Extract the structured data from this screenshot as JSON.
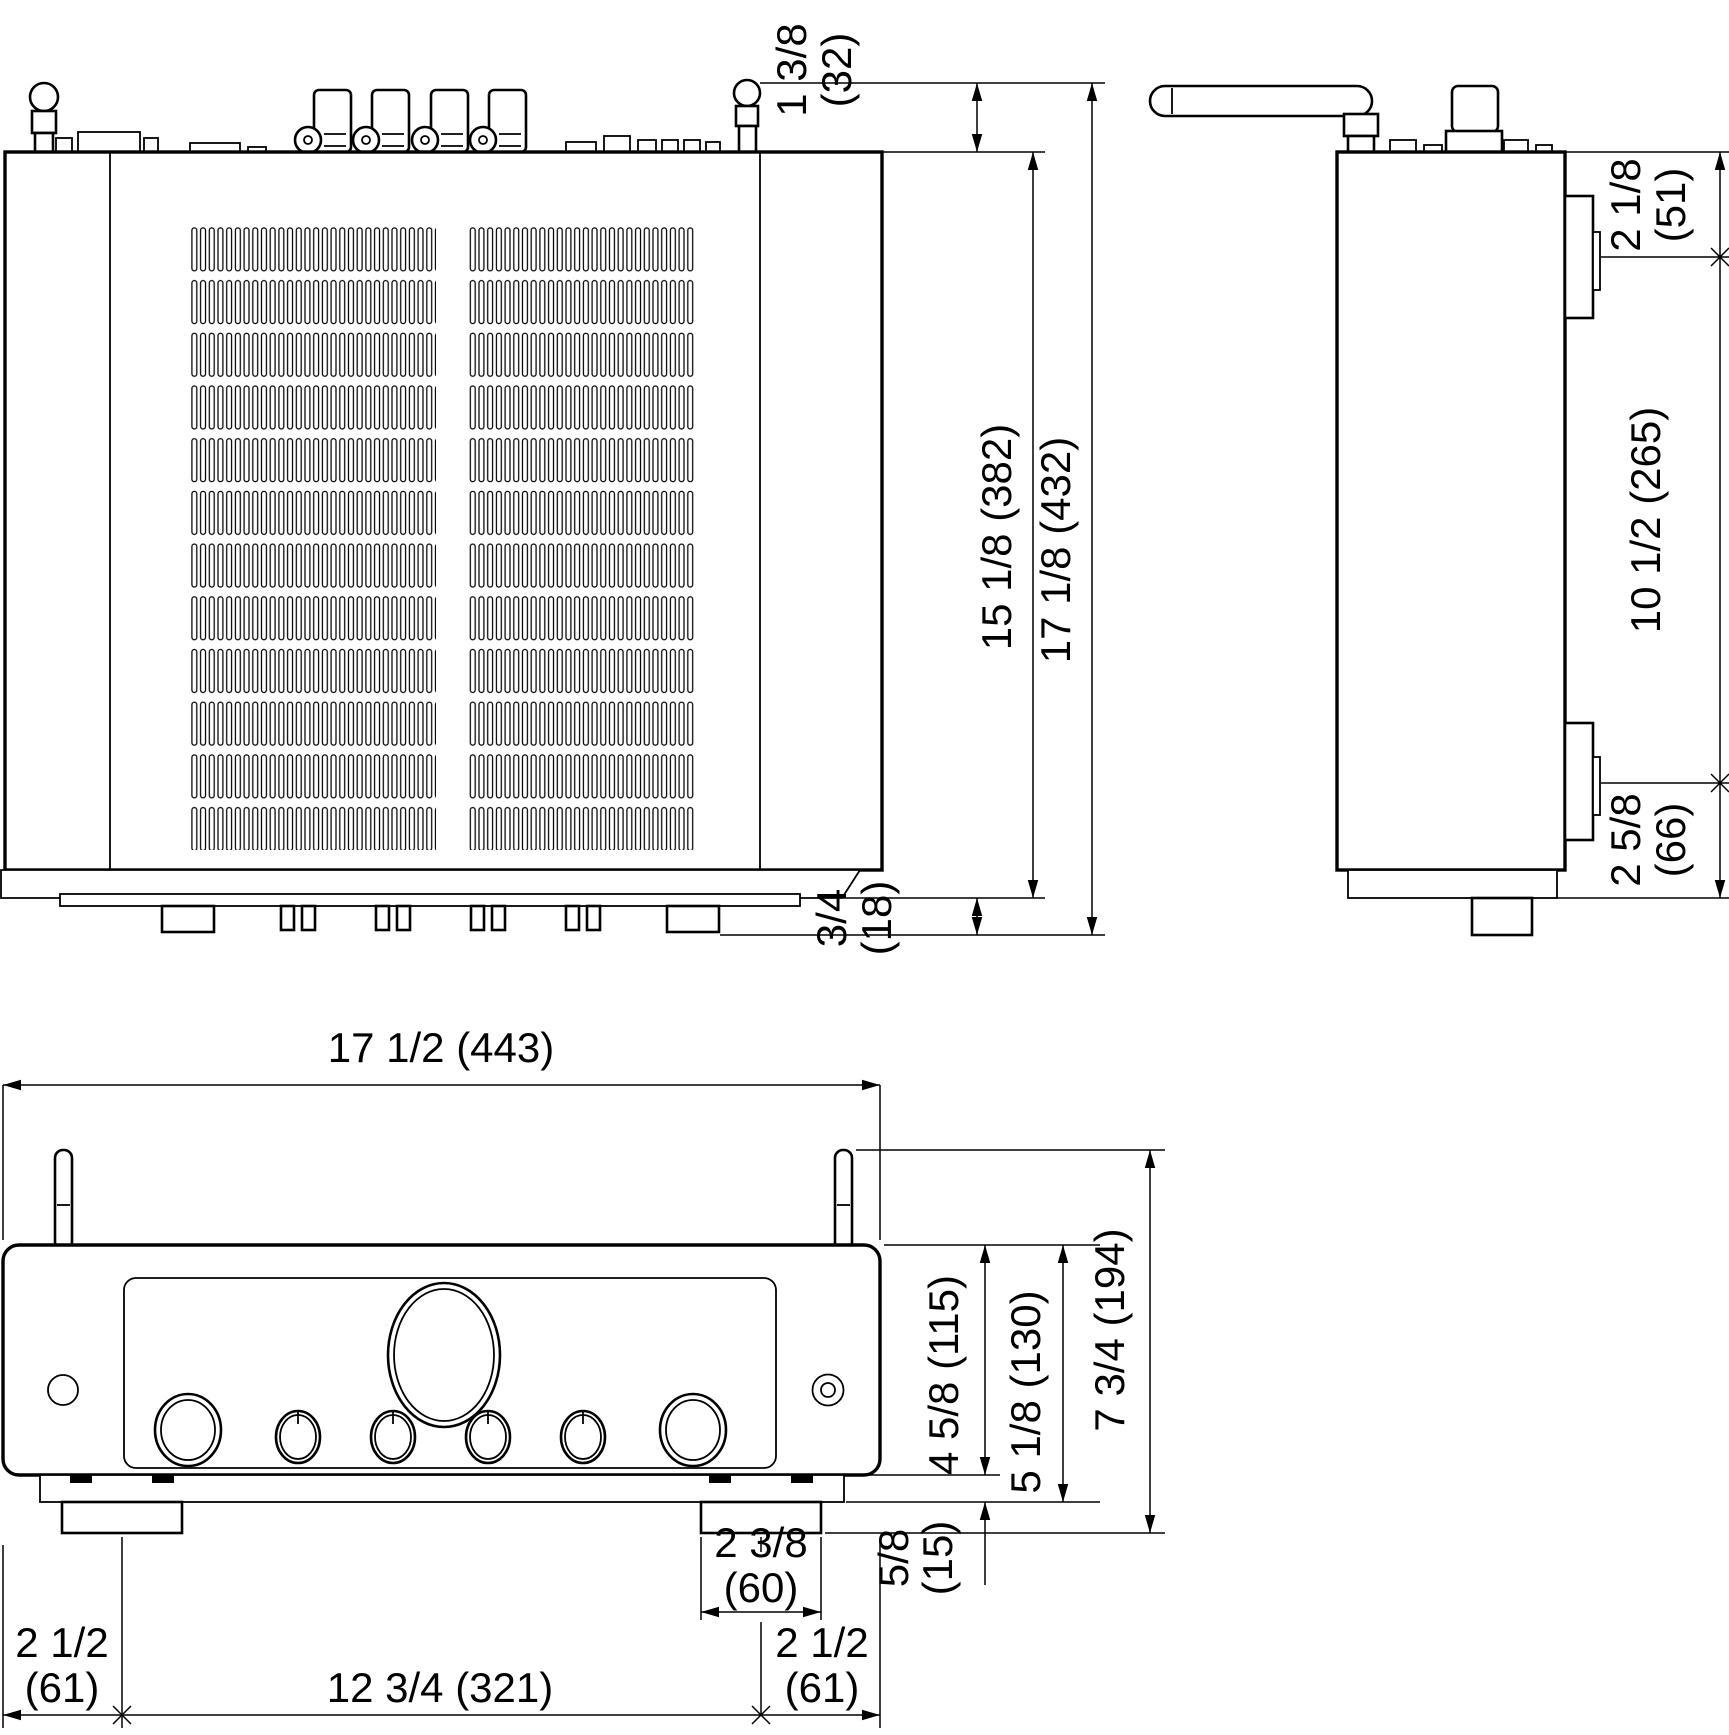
{
  "drawing": {
    "background": "#ffffff",
    "line_color": "#000000",
    "views": [
      "top-view",
      "side-view",
      "front-view"
    ]
  },
  "dims": {
    "rear_post_height": {
      "in": "1 3/8",
      "mm": "(32)"
    },
    "body_depth": {
      "text": "15 1/8 (382)"
    },
    "total_depth": {
      "text": "17 1/8 (432)"
    },
    "front_knob_depth": {
      "in": "3/4",
      "mm": "(18)"
    },
    "side_rear_section": {
      "in": "2 1/8",
      "mm": "(51)"
    },
    "side_mid_section": {
      "text": "10 1/2 (265)"
    },
    "side_front_section": {
      "in": "2 5/8",
      "mm": "(66)"
    },
    "total_width": {
      "text": "17 1/2 (443)"
    },
    "panel_height": {
      "text": "4 5/8 (115)"
    },
    "body_height": {
      "text": "5 1/8 (130)"
    },
    "total_height": {
      "text": "7 3/4 (194)"
    },
    "foot_height": {
      "in": "5/8",
      "mm": "(15)"
    },
    "foot_width": {
      "in": "2 3/8",
      "mm": "(60)"
    },
    "left_foot_offset": {
      "in": "2 1/2",
      "mm": "(61)"
    },
    "feet_span": {
      "text": "12 3/4 (321)"
    },
    "right_foot_offset": {
      "in": "2 1/2",
      "mm": "(61)"
    }
  }
}
